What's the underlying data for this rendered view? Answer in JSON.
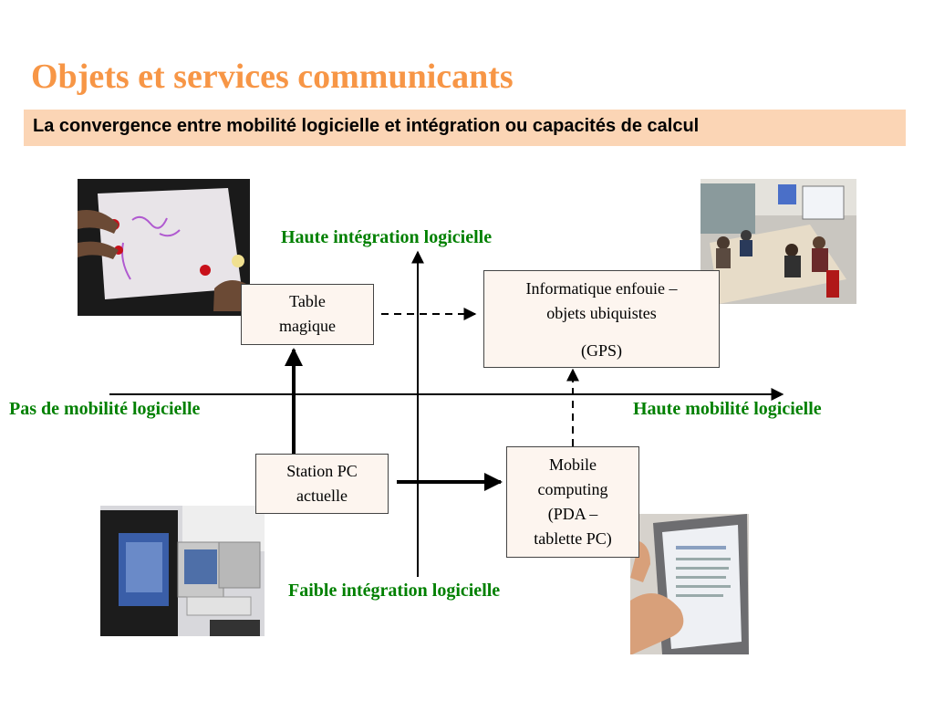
{
  "slide": {
    "title": "Objets et services communicants",
    "subtitle": "La convergence entre mobilité logicielle et intégration ou capacités de calcul"
  },
  "axes": {
    "top": "Haute intégration logicielle",
    "bottom": "Faible intégration logicielle",
    "left": "Pas de mobilité logicielle",
    "right": "Haute mobilité logicielle"
  },
  "boxes": {
    "table": {
      "line1": "Table",
      "line2": "magique"
    },
    "ubiquitous": {
      "line1": "Informatique enfouie –",
      "line2": "objets ubiquistes",
      "line3": "(GPS)"
    },
    "station": {
      "line1": "Station PC",
      "line2": "actuelle"
    },
    "mobile": {
      "line1": "Mobile",
      "line2": "computing",
      "line3": "(PDA –",
      "line4": "tablette PC)"
    }
  },
  "colors": {
    "title": "#f79646",
    "subtitle_bg": "#fbd5b5",
    "axis_label": "#008000",
    "box_bg": "#fdf5ef"
  }
}
